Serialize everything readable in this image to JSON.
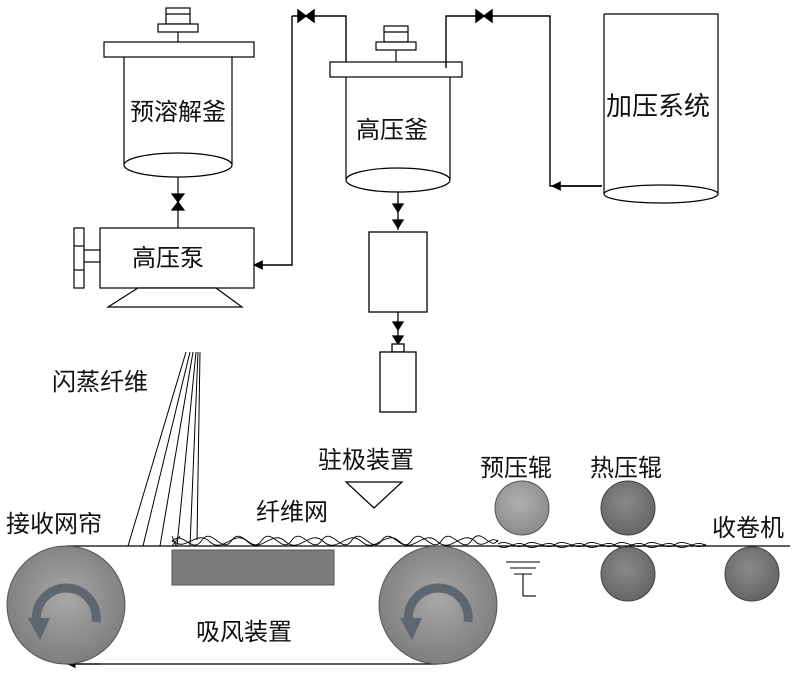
{
  "labels": {
    "pre_dissolve_kettle": "预溶解釜",
    "high_pressure_kettle": "高压釜",
    "pressurizing_system": "加压系统",
    "high_pressure_pump": "高压泵",
    "flash_fiber": "闪蒸纤维",
    "electret_device": "驻极装置",
    "pre_press_roller": "预压辊",
    "hot_press_roller": "热压辊",
    "receiving_screen": "接收网帘",
    "fiber_web": "纤维网",
    "winder": "收卷机",
    "suction_device": "吸风装置"
  }
}
